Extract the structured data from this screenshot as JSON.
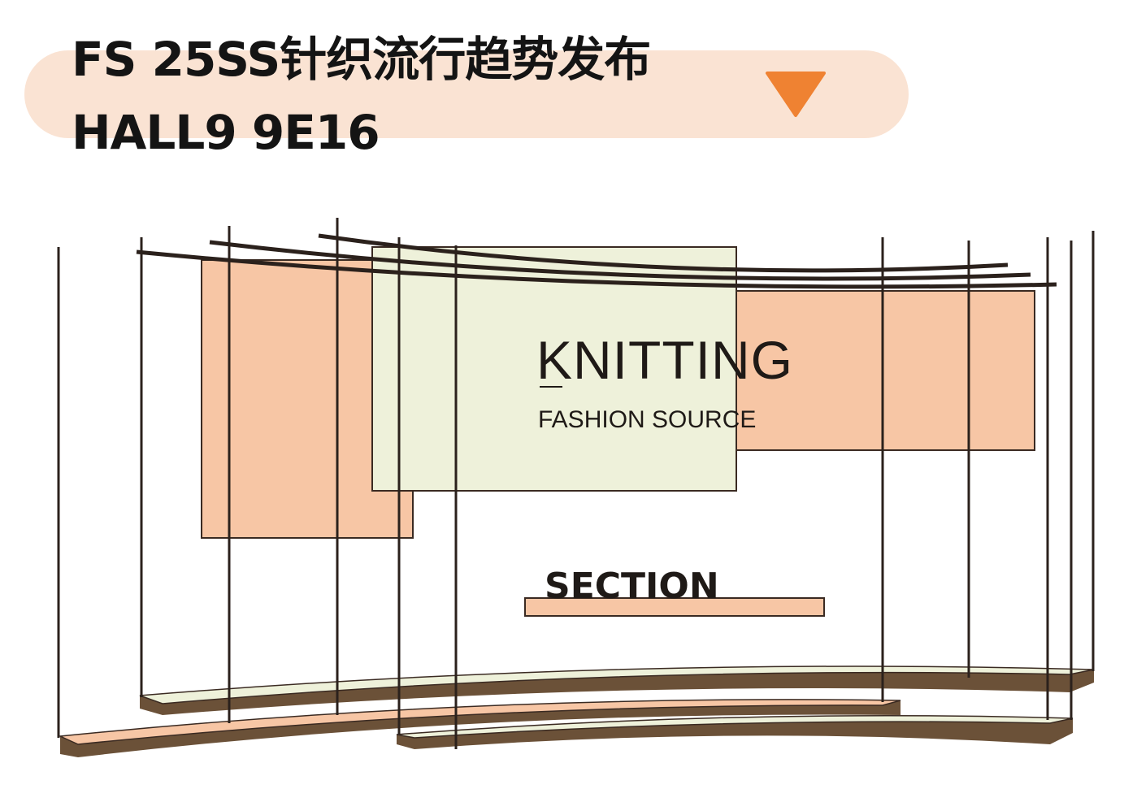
{
  "header": {
    "line1": "FS 25SS针织流行趋势发布",
    "line2": "HALL9 9E16",
    "dropdown_icon": "triangle-down-icon"
  },
  "scene": {
    "main_sign": "KNITTING",
    "sub_sign": "FASHION SOURCE",
    "section_sign": "SECTION"
  },
  "colors": {
    "pill": "#fae3d3",
    "accent": "#ef8232",
    "peach_panel": "#f7c6a5",
    "green_panel": "#eef1da",
    "wood": "#6b5138",
    "line": "#3a2a22"
  }
}
